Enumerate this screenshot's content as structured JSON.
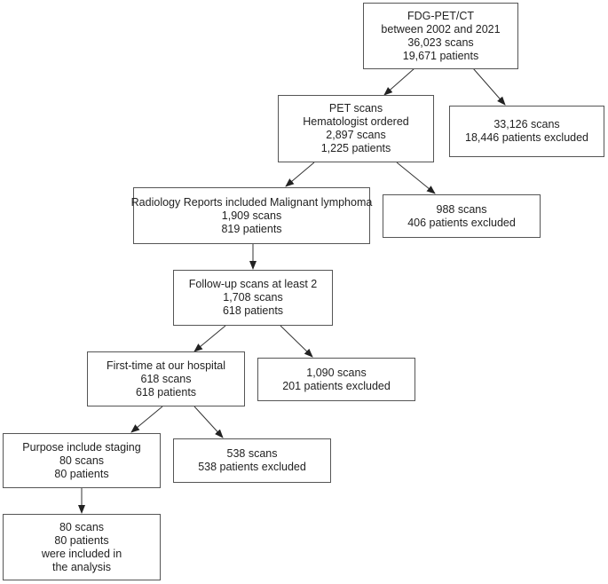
{
  "boxes": {
    "root": [
      "FDG-PET/CT",
      "between 2002 and 2021",
      "36,023 scans",
      "19,671 patients"
    ],
    "excl1": [
      "33,126 scans",
      "18,446 patients excluded"
    ],
    "pet": [
      "PET scans",
      "Hematologist ordered",
      "2,897 scans",
      "1,225 patients"
    ],
    "excl2": [
      "988 scans",
      "406 patients excluded"
    ],
    "lymphoma": [
      "Radiology Reports included Malignant lymphoma",
      "1,909 scans",
      "819 patients"
    ],
    "followup": [
      "Follow-up scans at least 2",
      "1,708 scans",
      "618 patients"
    ],
    "excl3": [
      "1,090 scans",
      "201 patients excluded"
    ],
    "firsttime": [
      "First-time at our hospital",
      "618 scans",
      "618 patients"
    ],
    "staging": [
      "Purpose include staging",
      "80 scans",
      "80 patients"
    ],
    "excl4": [
      "538 scans",
      "538 patients excluded"
    ],
    "final": [
      "80 scans",
      "80 patients",
      "were included in",
      "the analysis"
    ]
  }
}
